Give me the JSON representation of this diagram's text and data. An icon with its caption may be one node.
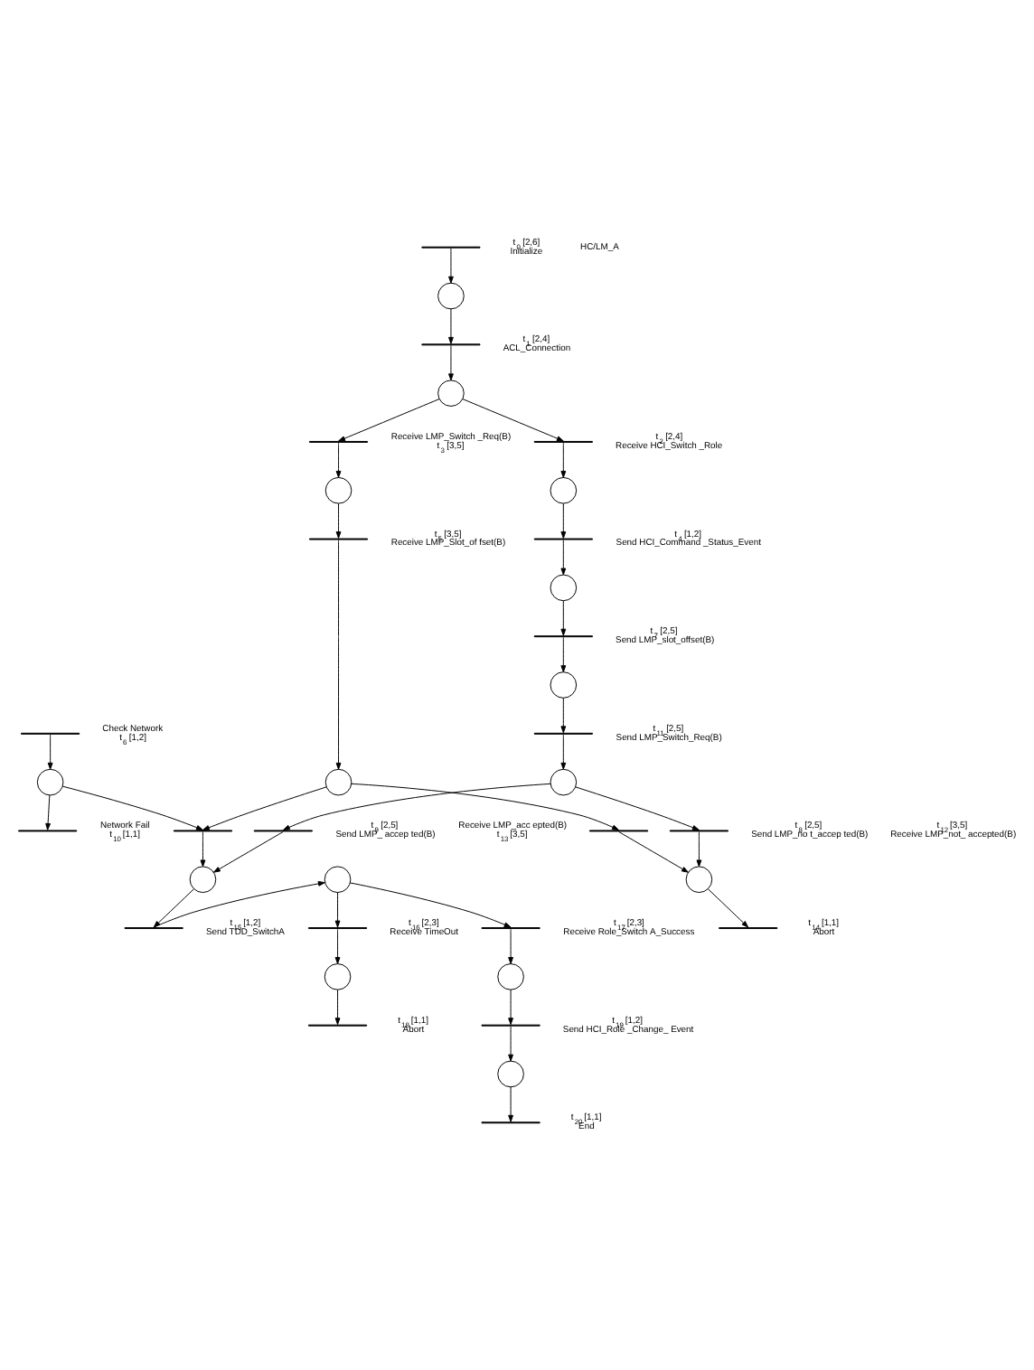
{
  "diagram": {
    "nodes": [
      {
        "text": [],
        "shape": "bar",
        "beside": [
          "t$_{0}$ [2,6]",
          "Initialize"
        ]
      },
      {
        "text": [],
        "shape": "circle"
      },
      {
        "text": [],
        "shape": "bar",
        "beside": [
          "t$_{1}$ [2,4]",
          "ACL_Connection"
        ]
      },
      {
        "text": [],
        "shape": "circle"
      },
      {
        "text": [],
        "shape": "bar",
        "beside": [
          "Receive LMP_Switch _Req(B)",
          "t$_{3}$ [3,5]"
        ]
      },
      {
        "text": [],
        "shape": "bar",
        "beside": [
          "t$_{2}$ [2,4]",
          "Receive HCI_Switch _Role"
        ]
      },
      {
        "text": [],
        "shape": "circle"
      },
      {
        "text": [],
        "shape": "circle"
      },
      {
        "text": [],
        "shape": "bar",
        "beside": [
          "Check Network",
          "t$_{6}$ [1,2]"
        ]
      },
      {
        "text": [],
        "shape": "bar",
        "beside": [
          "t$_{5}$ [3,5]",
          "Receive LMP_Slot_of fset(B)"
        ]
      },
      {
        "text": [],
        "shape": "bar",
        "beside": [
          "t$_{4}$ [1,2]",
          "Send HCI_Command _Status_Event"
        ]
      },
      {
        "text": [],
        "shape": "circle"
      },
      {
        "text": [],
        "shape": "circle"
      },
      {
        "text": [],
        "shape": "circle"
      },
      {
        "text": [],
        "shape": "bar",
        "beside": [
          "Network Fail",
          "t$_{10}$ [1,1]"
        ]
      },
      {
        "text": [],
        "shape": "bar",
        "beside": [
          "t$_{9}$ [2,5]",
          "Send LMP_ accep ted(B)"
        ]
      },
      {
        "text": [],
        "shape": "bar",
        "beside": [
          "t$_{8}$ [2,5]",
          "Send LMP_no t_accep ted(B)"
        ]
      },
      {
        "text": [],
        "shape": "bar",
        "beside": [
          "t$_{7}$ [2,5]",
          "Send LMP_slot_offset(B)"
        ]
      },
      {
        "text": [],
        "shape": "circle"
      },
      {
        "text": [],
        "shape": "circle"
      },
      {
        "text": [],
        "shape": "bar",
        "beside": [
          "t$_{17}$ [2,3]",
          "Receive Role_Switch A_Success"
        ]
      },
      {
        "text": [],
        "shape": "bar",
        "beside": [
          "t$_{16}$ [2,3]",
          "Receive TimeOut"
        ]
      },
      {
        "text": [],
        "shape": "bar",
        "beside": [
          "t$_{11}$ [2,5]",
          "Send LMP_Switch_Req(B)"
        ]
      },
      {
        "text": [],
        "shape": "circle"
      },
      {
        "text": [],
        "shape": "circle"
      },
      {
        "text": [],
        "shape": "circle"
      },
      {
        "text": [],
        "shape": "bar",
        "beside": [
          "t$_{19}$ [1,2]",
          "Send HCI_Role _Change_ Event"
        ]
      },
      {
        "text": [],
        "shape": "bar",
        "beside": [
          "t$_{18}$ [1,1]",
          "Abort"
        ]
      },
      {
        "text": [],
        "shape": "bar",
        "beside": [
          "Receive LMP_acc epted(B)",
          "t$_{13}$ [3,5]"
        ]
      },
      {
        "text": [],
        "shape": "bar",
        "beside": [
          "t$_{12}$ [3,5]",
          "Receive LMP_not_ accepted(B)"
        ]
      },
      {
        "text": [],
        "shape": "circle"
      },
      {
        "text": [],
        "shape": "circle"
      },
      {
        "text": [],
        "shape": "circle"
      },
      {
        "text": [],
        "shape": "bar",
        "beside": [
          "t$_{20}$ [1,1]",
          "End"
        ]
      },
      {
        "text": [],
        "shape": "bar",
        "beside": [
          "t$_{15}$ [1,2]",
          "Send TDD_SwitchA"
        ]
      },
      {
        "text": [],
        "shape": "bar",
        "beside": [
          "t$_{14}$ [1,1]",
          "Abort"
        ]
      }
    ],
    "edges": [
      {
        "from": 0,
        "to": 1,
        "arrow": "to"
      },
      {
        "from": 1,
        "to": 2,
        "arrow": "to"
      },
      {
        "from": 2,
        "to": 3,
        "arrow": "to"
      },
      {
        "from": 3,
        "to": 4,
        "arrow": "to"
      },
      {
        "from": 3,
        "to": 5,
        "arrow": "to"
      },
      {
        "from": 4,
        "to": 6,
        "arrow": "to"
      },
      {
        "from": 5,
        "to": 7,
        "arrow": "to"
      },
      {
        "from": 6,
        "to": 9,
        "arrow": "to"
      },
      {
        "from": 7,
        "to": 10,
        "arrow": "to"
      },
      {
        "from": 8,
        "to": 11,
        "arrow": "to"
      },
      {
        "from": 9,
        "to": 12,
        "arrow": "to"
      },
      {
        "from": 10,
        "to": 13,
        "arrow": "to"
      },
      {
        "from": 11,
        "to": 14,
        "arrow": "to"
      },
      {
        "from": 11,
        "to": 15,
        "arrow": "to"
      },
      {
        "from": 12,
        "to": 15,
        "arrow": "to"
      },
      {
        "from": 12,
        "to": 16,
        "arrow": "to"
      },
      {
        "from": 13,
        "to": 17,
        "arrow": "to"
      },
      {
        "from": 17,
        "to": 19,
        "arrow": "to"
      },
      {
        "from": 34,
        "to": 18,
        "arrow": "to"
      },
      {
        "from": 18,
        "to": 20,
        "arrow": "to"
      },
      {
        "from": 18,
        "to": 21,
        "arrow": "to"
      },
      {
        "from": 19,
        "to": 22,
        "arrow": "to"
      },
      {
        "from": 20,
        "to": 23,
        "arrow": "to"
      },
      {
        "from": 21,
        "to": 24,
        "arrow": "to"
      },
      {
        "from": 22,
        "to": 25,
        "arrow": "to"
      },
      {
        "from": 23,
        "to": 26,
        "arrow": "to"
      },
      {
        "from": 24,
        "to": 27,
        "arrow": "to"
      },
      {
        "from": 25,
        "to": 28,
        "arrow": "to"
      },
      {
        "from": 25,
        "to": 29,
        "arrow": "to"
      },
      {
        "from": 15,
        "to": 31,
        "arrow": "to"
      },
      {
        "from": 16,
        "to": 32,
        "arrow": "to"
      },
      {
        "from": 26,
        "to": 30,
        "arrow": "to"
      },
      {
        "from": 28,
        "to": 31,
        "arrow": "to"
      },
      {
        "from": 29,
        "to": 32,
        "arrow": "to"
      },
      {
        "from": 30,
        "to": 33,
        "arrow": "to"
      },
      {
        "from": 31,
        "to": 34,
        "arrow": "to"
      },
      {
        "from": 32,
        "to": 35,
        "arrow": "to"
      }
    ],
    "labels": [
      "HC/LM_A"
    ]
  }
}
